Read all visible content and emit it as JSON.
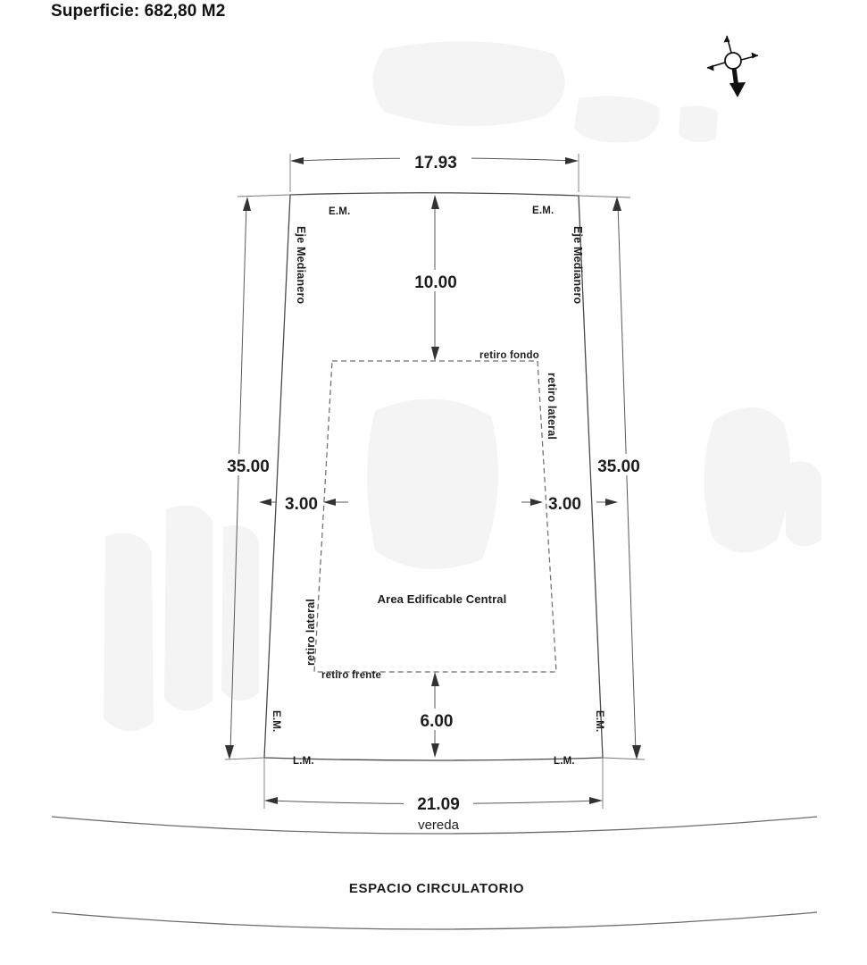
{
  "document": {
    "title": "Superficie: 682,80 M2",
    "type": "site-plan"
  },
  "compass": {
    "name": "north-arrow-rose",
    "orientation_emphasis": "down"
  },
  "dimensions": {
    "top_width": "17.93",
    "bottom_width": "21.09",
    "left_depth": "35.00",
    "right_depth": "35.00",
    "rear_setback": "10.00",
    "front_setback": "6.00",
    "left_side_setback": "3.00",
    "right_side_setback": "3.00"
  },
  "labels": {
    "em_top_left": "E.M.",
    "em_top_right": "E.M.",
    "em_bottom_left": "E.M.",
    "em_bottom_right": "E.M.",
    "eje_medianero_left": "Eje Medianero",
    "eje_medianero_right": "Eje Medianero",
    "lm_left": "L.M.",
    "lm_right": "L.M.",
    "retiro_fondo": "retiro fondo",
    "retiro_frente": "retiro frente",
    "retiro_lateral_left": "retiro lateral",
    "retiro_lateral_right": "retiro lateral",
    "buildable_area": "Area Edificable Central",
    "vereda": "vereda",
    "espacio_circulatorio": "ESPACIO CIRCULATORIO"
  },
  "colors": {
    "background": "#ffffff",
    "lot_line": "#4a4a4a",
    "buildable_line": "#6e6e6e",
    "dimension_line": "#5a5a5a",
    "text": "#1d1d1d",
    "watermark": "#f4f4f4"
  }
}
